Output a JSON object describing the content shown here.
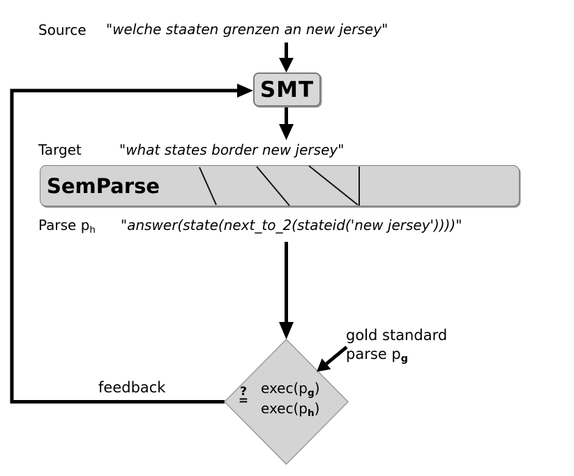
{
  "palette": {
    "background": "#ffffff",
    "box_fill": "#d6d6d6",
    "box_border": "#7f7f7f",
    "diamond_fill": "#d4d4d4",
    "diamond_border": "#9a9a9a",
    "line_color": "#000000",
    "text_color": "#000000"
  },
  "source": {
    "label": "Source",
    "value": "\"welche staaten grenzen an new jersey\""
  },
  "smt": {
    "label": "SMT"
  },
  "target": {
    "label": "Target",
    "value": "\"what states border new jersey\""
  },
  "semparse": {
    "label": "SemParse"
  },
  "parse": {
    "label_prefix": "Parse p",
    "label_sub": "h",
    "value": "\"answer(state(next_to_2(stateid('new jersey'))))\""
  },
  "decision": {
    "eq_top": "?",
    "eq_bottom": "=",
    "lines": [
      {
        "pre": "exec(p",
        "sub": "g",
        "post": ")"
      },
      {
        "pre": "exec(p",
        "sub": "h",
        "post": ")"
      }
    ]
  },
  "gold": {
    "line1": "gold standard",
    "line2_pre": "parse p",
    "line2_sub": "g"
  },
  "feedback": {
    "label": "feedback"
  }
}
